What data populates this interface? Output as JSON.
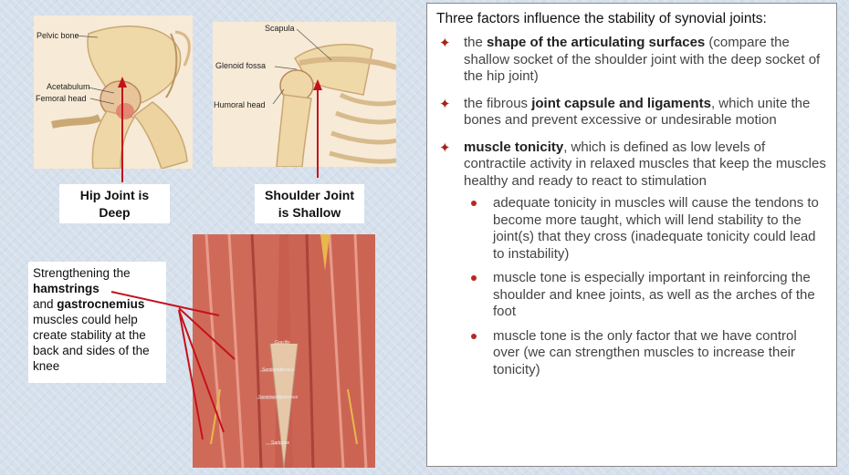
{
  "hip_figure": {
    "labels": {
      "pelvic_bone": "Pelvic bone",
      "acetabulum": "Acetabulum",
      "femoral_head": "Femoral head"
    },
    "caption_line1": "Hip Joint is",
    "caption_line2": "Deep"
  },
  "shoulder_figure": {
    "labels": {
      "scapula": "Scapula",
      "glenoid_fossa": "Glenoid fossa",
      "humoral_head": "Humoral head"
    },
    "caption_line1": "Shoulder Joint",
    "caption_line2": "is Shallow"
  },
  "leg_figure": {
    "labels": {
      "gracilis": "Gracilis",
      "semitendinosus": "Semitendinosus",
      "semimembranosus": "Semimembranosus",
      "sartorius": "Sartorius"
    }
  },
  "strengthening_note": {
    "line1": "Strengthening the",
    "hamstrings": "hamstrings",
    "and": "and",
    "gastrocnemius": "gastrocnemius",
    "rest": "muscles could help create stability at the back and sides of the knee"
  },
  "colors": {
    "accent_red": "#c4121b",
    "bullet_red": "#a4231c"
  },
  "content": {
    "intro": "Three factors influence the stability of synovial joints:",
    "bullets": [
      {
        "pre": "the ",
        "bold": "shape of the articulating surfaces",
        "post": " (compare the shallow socket of the shoulder joint with the deep socket of the hip joint)"
      },
      {
        "pre": "the fibrous ",
        "bold": "joint capsule and ligaments",
        "post": ", which unite the bones and prevent excessive or undesirable motion"
      },
      {
        "pre": "",
        "bold": "muscle tonicity",
        "post": ", which is defined as low levels of contractile activity in relaxed muscles that keep the muscles healthy and ready to react to stimulation"
      }
    ],
    "sub_bullets": [
      "adequate tonicity in muscles will cause the tendons to become more taught, which will lend stability to the joint(s) that they cross (inadequate tonicity could lead to instability)",
      "muscle tone is especially important in reinforcing the shoulder and knee joints, as well as the arches of the foot",
      "muscle tone is the only factor that we have control over (we can strengthen muscles to increase their tonicity)"
    ]
  }
}
